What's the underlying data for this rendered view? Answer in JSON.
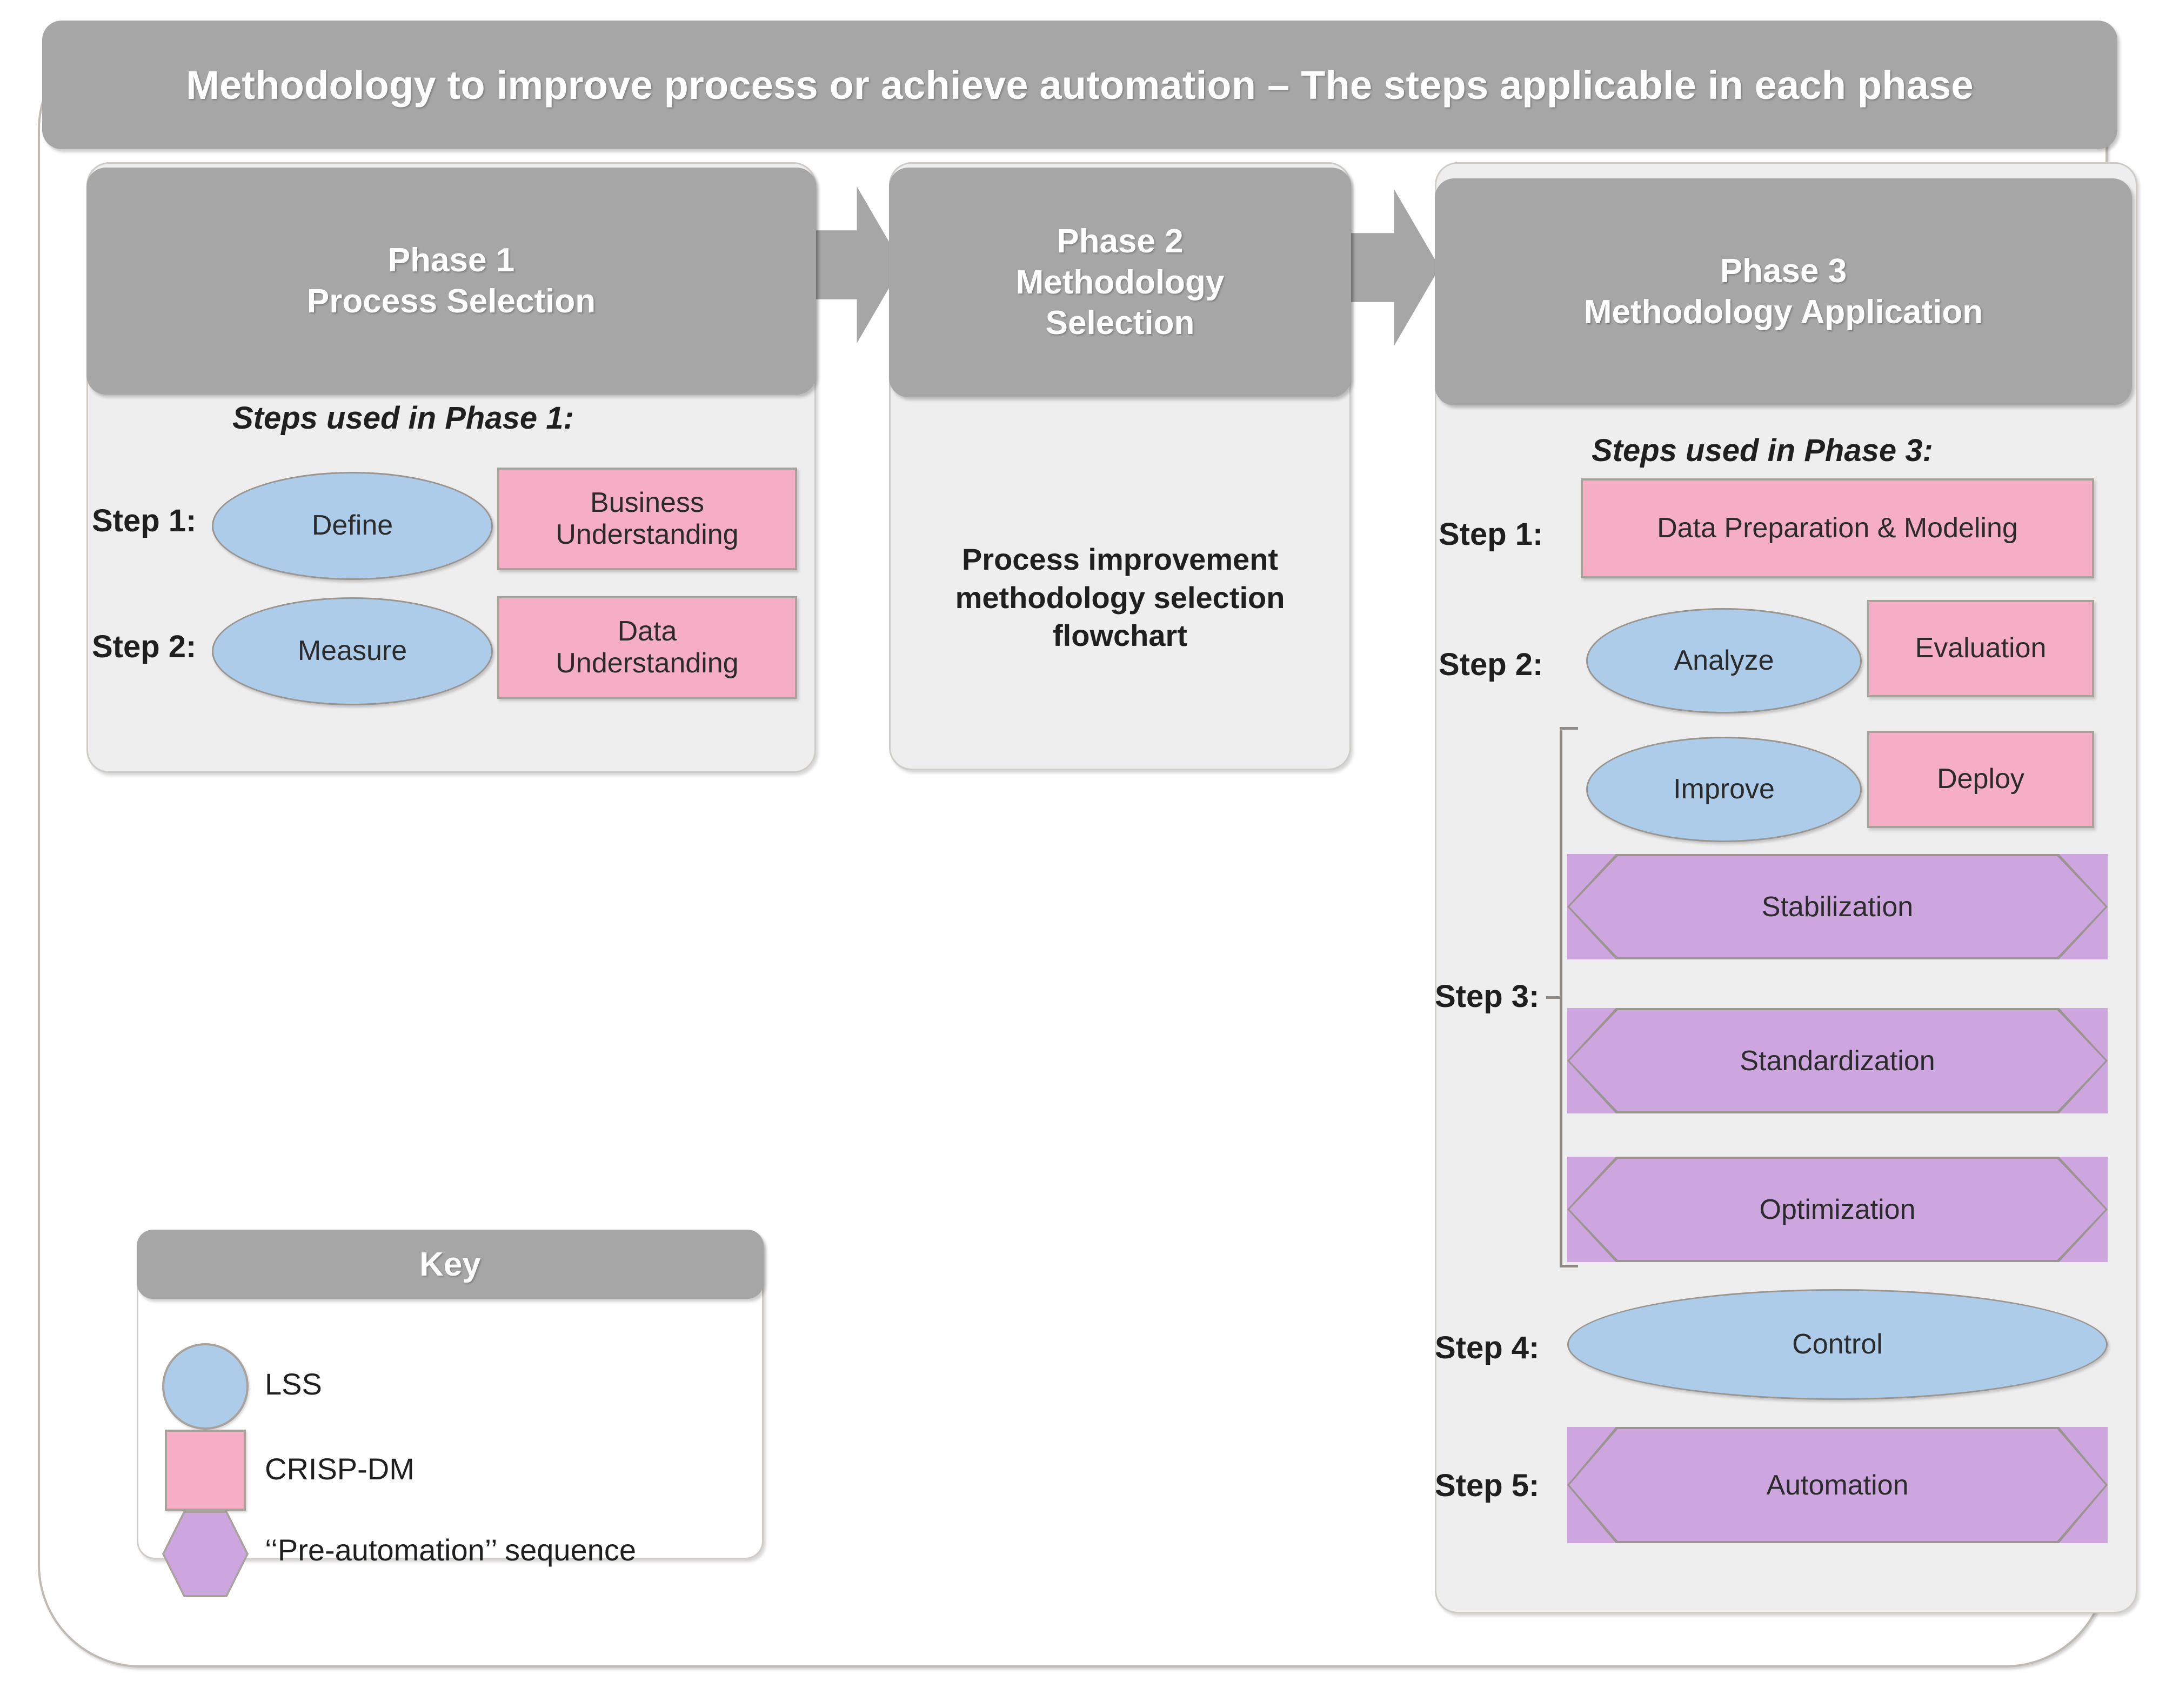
{
  "title": "Methodology to improve process or achieve automation – The steps applicable in each phase",
  "colors": {
    "header_gray": "#A6A6A6",
    "panel_gray": "#EEEEEE",
    "lss_blue": "#ACCCE9",
    "crispdm_pink": "#F6ADC6",
    "preautomation_purple": "#CDA6DF",
    "outline_gray": "#9B9590"
  },
  "phases": [
    {
      "id": "phase1",
      "header": "Phase 1\nProcess Selection",
      "steps_caption": "Steps used in Phase 1:",
      "steps": [
        {
          "label": "Step 1:",
          "nodes": [
            {
              "shape": "ellipse",
              "kind": "LSS",
              "text": "Define"
            },
            {
              "shape": "rect",
              "kind": "CRISP-DM",
              "text": "Business\nUnderstanding"
            }
          ]
        },
        {
          "label": "Step 2:",
          "nodes": [
            {
              "shape": "ellipse",
              "kind": "LSS",
              "text": "Measure"
            },
            {
              "shape": "rect",
              "kind": "CRISP-DM",
              "text": "Data\nUnderstanding"
            }
          ]
        }
      ]
    },
    {
      "id": "phase2",
      "header": "Phase 2\nMethodology\nSelection",
      "body_text": "Process improvement\nmethodology selection\nflowchart"
    },
    {
      "id": "phase3",
      "header": "Phase 3\nMethodology Application",
      "steps_caption": "Steps used in Phase 3:",
      "steps": [
        {
          "label": "Step 1:",
          "nodes": [
            {
              "shape": "rect",
              "kind": "CRISP-DM",
              "text": "Data Preparation & Modeling"
            }
          ]
        },
        {
          "label": "Step 2:",
          "nodes": [
            {
              "shape": "ellipse",
              "kind": "LSS",
              "text": "Analyze"
            },
            {
              "shape": "rect",
              "kind": "CRISP-DM",
              "text": "Evaluation"
            }
          ]
        },
        {
          "label": "Step 3:",
          "nodes": [
            {
              "shape": "ellipse",
              "kind": "LSS",
              "text": "Improve"
            },
            {
              "shape": "rect",
              "kind": "CRISP-DM",
              "text": "Deploy"
            },
            {
              "shape": "hexagon",
              "kind": "Pre-automation",
              "text": "Stabilization"
            },
            {
              "shape": "hexagon",
              "kind": "Pre-automation",
              "text": "Standardization"
            },
            {
              "shape": "hexagon",
              "kind": "Pre-automation",
              "text": "Optimization"
            }
          ]
        },
        {
          "label": "Step 4:",
          "nodes": [
            {
              "shape": "ellipse",
              "kind": "LSS",
              "text": "Control"
            }
          ]
        },
        {
          "label": "Step 5:",
          "nodes": [
            {
              "shape": "hexagon",
              "kind": "Pre-automation",
              "text": "Automation"
            }
          ]
        }
      ]
    }
  ],
  "key": {
    "title": "Key",
    "items": [
      {
        "shape": "ellipse",
        "label": "LSS"
      },
      {
        "shape": "rect",
        "label": "CRISP-DM"
      },
      {
        "shape": "hexagon",
        "label": "‘‘Pre-automation’’ sequence"
      }
    ]
  }
}
